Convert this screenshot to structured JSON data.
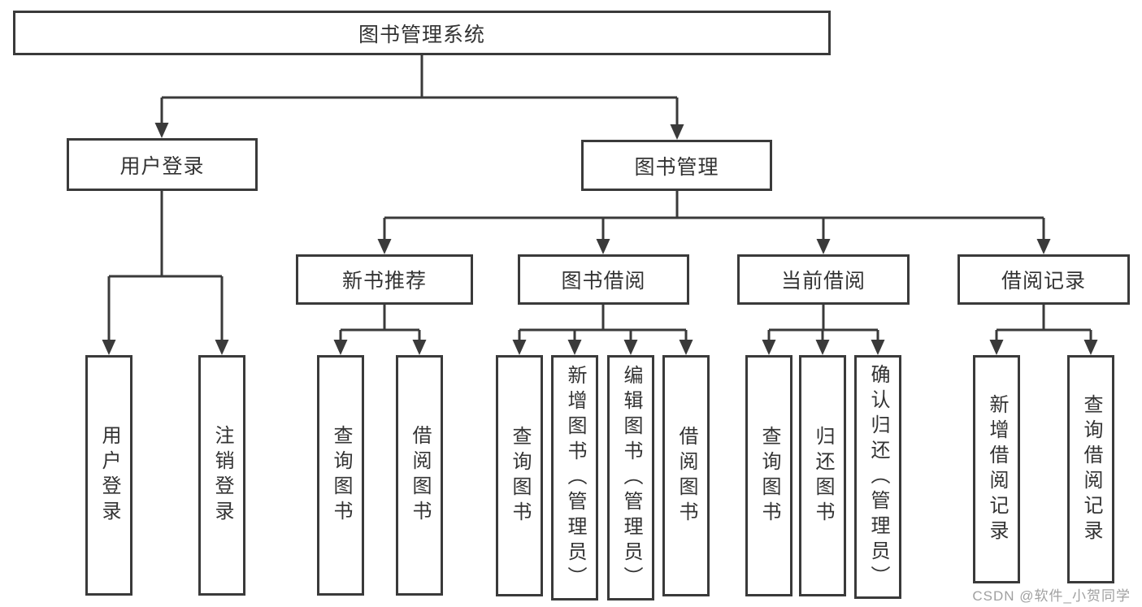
{
  "root": {
    "label": "图书管理系统"
  },
  "branches": [
    {
      "label": "用户登录",
      "children": [
        {
          "label": "用户登录"
        },
        {
          "label": "注销登录"
        }
      ]
    },
    {
      "label": "图书管理",
      "groups": [
        {
          "label": "新书推荐",
          "children": [
            {
              "label": "查询图书"
            },
            {
              "label": "借阅图书"
            }
          ]
        },
        {
          "label": "图书借阅",
          "children": [
            {
              "label": "查询图书"
            },
            {
              "label": "新增图书（管理员）"
            },
            {
              "label": "编辑图书（管理员）"
            },
            {
              "label": "借阅图书"
            }
          ]
        },
        {
          "label": "当前借阅",
          "children": [
            {
              "label": "查询图书"
            },
            {
              "label": "归还图书"
            },
            {
              "label": "确认归还（管理员）"
            }
          ]
        },
        {
          "label": "借阅记录",
          "children": [
            {
              "label": "新增借阅记录"
            },
            {
              "label": "查询借阅记录"
            }
          ]
        }
      ]
    }
  ],
  "watermark": "CSDN @软件_小贺同学",
  "colors": {
    "line": "#3a3a3a",
    "text": "#333333",
    "watermark": "#969696"
  }
}
